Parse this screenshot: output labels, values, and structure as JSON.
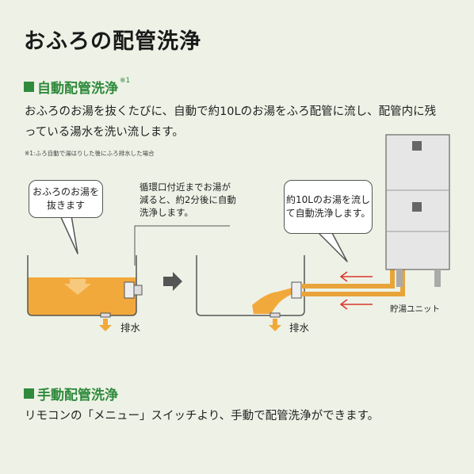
{
  "title": "おふろの配管洗浄",
  "auto_section": {
    "heading": "自動配管洗浄",
    "heading_note_mark": "※1",
    "description": "おふろのお湯を抜くたびに、自動で約10Lのお湯をふろ配管に流し、配管内に残っている湯水を洗い流します。",
    "footnote": "※1:ふろ自動で湯はりした後にふろ排水した場合"
  },
  "diagram": {
    "bubble_drain": "おふろのお湯を抜きます",
    "note_auto_wash": "循環口付近までお湯が減ると、約2分後に自動洗浄します。",
    "bubble_flow": "約10Lのお湯を流して自動洗浄します。",
    "drain_label_left": "排水",
    "drain_label_right": "排水",
    "unit_label": "貯湯ユニット"
  },
  "manual_section": {
    "heading": "手動配管洗浄",
    "description": "リモコンの「メニュー」スイッチより、手動で配管洗浄ができます。"
  },
  "colors": {
    "background": "#eef2e6",
    "accent_green": "#2f8a3c",
    "water_orange": "#f2a93b",
    "arrow_red": "#d9362b"
  }
}
